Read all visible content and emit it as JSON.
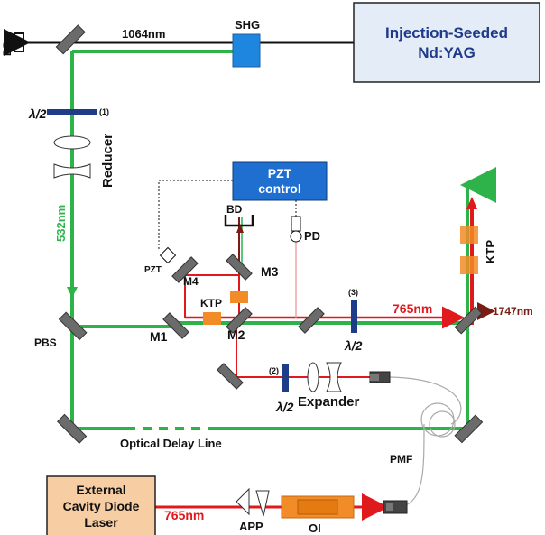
{
  "colors": {
    "green_beam": "#2db34a",
    "red_beam": "#e0191c",
    "dark_red_beam": "#7a1b14",
    "ir_beam": "#111111",
    "seed_box_fill": "#e4ecf8",
    "seed_box_text": "#1f3a8a",
    "pzt_box_fill": "#1f6fd1",
    "shg_fill": "#1f86e0",
    "ecdl_fill": "#f7cda4",
    "crystal_orange": "#f28c28",
    "mirror_grey": "#6b6b6b",
    "waveplate_blue": "#1f3c88"
  },
  "labels": {
    "bd_top_left": "BD",
    "ir_wavelength": "1064nm",
    "shg": "SHG",
    "seed_laser_line1": "Injection-Seeded",
    "seed_laser_line2": "Nd:YAG",
    "halfwave_1": "λ/2",
    "halfwave_1_index": "(1)",
    "reducer": "Reducer",
    "green_wavelength": "532nm",
    "pzt_control_line1": "PZT",
    "pzt_control_line2": "control",
    "bd_cavity": "BD",
    "pd": "PD",
    "pzt": "PZT",
    "m4": "M4",
    "m3": "M3",
    "ktp_cavity": "KTP",
    "m1": "M1",
    "m2": "M2",
    "pbs": "PBS",
    "halfwave_3": "λ/2",
    "halfwave_3_index": "(3)",
    "red_wavelength_out": "765nm",
    "uv_wavelength_out": "1747nm",
    "ktp_right": "KTP",
    "halfwave_2": "λ/2",
    "halfwave_2_index": "(2)",
    "expander": "Expander",
    "optical_delay_line": "Optical Delay Line",
    "pmf": "PMF",
    "ecdl_line1": "External",
    "ecdl_line2": "Cavity Diode",
    "ecdl_line3": "Laser",
    "red_wavelength_in": "765nm",
    "app": "APP",
    "oi": "OI"
  }
}
